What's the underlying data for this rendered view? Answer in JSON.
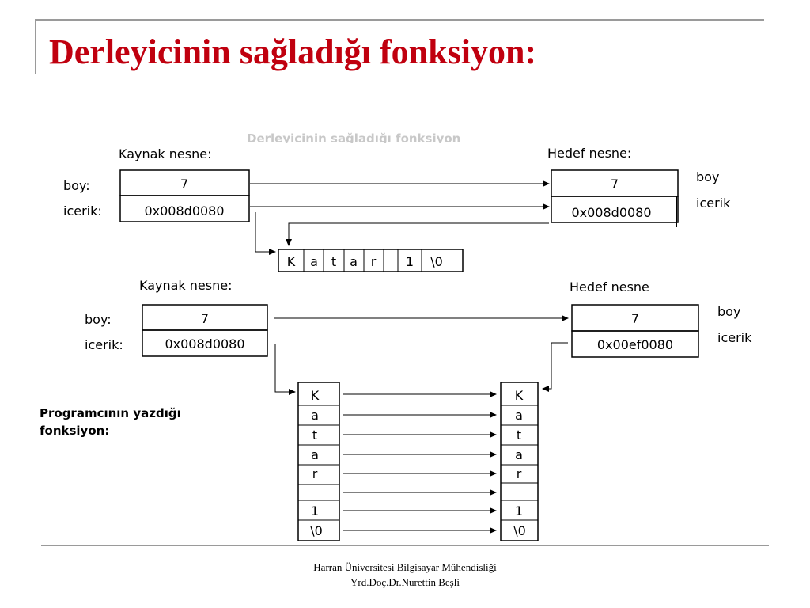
{
  "slide": {
    "title": "Derleyicinin sağladığı fonksiyon:",
    "title_color": "#c0000f"
  },
  "diagram": {
    "faded_caption": "Derleyicinin sağladığı fonksiyon",
    "compiler": {
      "source_label": "Kaynak nesne:",
      "target_label": "Hedef nesne:",
      "field_labels": [
        "boy:",
        "icerik:"
      ],
      "target_field_labels": [
        "boy",
        "icerik"
      ],
      "source_values": [
        "7",
        "0x008d0080"
      ],
      "target_values": [
        "7",
        "0x008d0080"
      ],
      "string_chars": [
        "K",
        "a",
        "t",
        "a",
        "r",
        " ",
        "1",
        "\\0"
      ]
    },
    "programmer": {
      "caption_lines": [
        "Programcının yazdığı",
        "fonksiyon:"
      ],
      "source_label": "Kaynak nesne:",
      "target_label": "Hedef nesne",
      "field_labels": [
        "boy:",
        "icerik:"
      ],
      "target_field_labels": [
        "boy",
        "icerik"
      ],
      "source_values": [
        "7",
        "0x008d0080"
      ],
      "target_values": [
        "7",
        "0x00ef0080"
      ],
      "source_chars": [
        "K",
        "a",
        "t",
        "a",
        "r",
        "",
        "1",
        "\\0"
      ],
      "target_chars": [
        "K",
        "a",
        "t",
        "a",
        "r",
        "",
        "1",
        "\\0"
      ]
    }
  },
  "footer": {
    "line1": "Harran Üniversitesi Bilgisayar Mühendisliği",
    "line2": "Yrd.Doç.Dr.Nurettin Beşli"
  }
}
